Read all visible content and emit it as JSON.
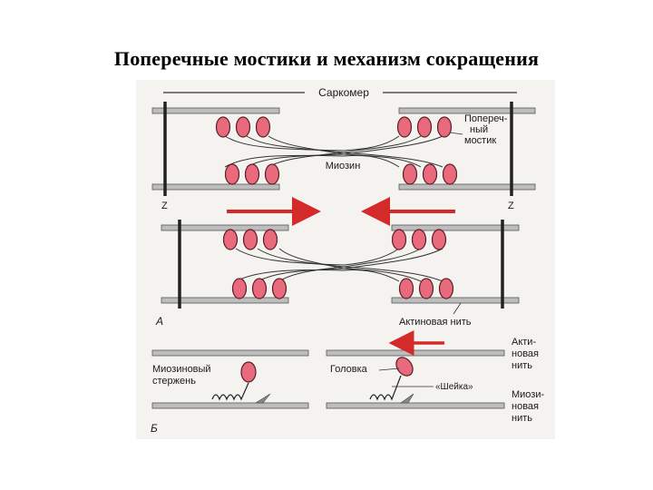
{
  "slide": {
    "title": "Поперечные мостики и механизм сокращения"
  },
  "figure": {
    "panel_a": {
      "letter": "А",
      "sarcomere": "Саркомер",
      "cross_bridge_lines": [
        "Попереч-",
        "ный",
        "мостик"
      ],
      "myosin": "Миозин",
      "z_left": "Z",
      "z_right": "Z",
      "actin_filament": "Актиновая нить"
    },
    "panel_b": {
      "letter": "Б",
      "myosin_rod_lines": [
        "Миозиновый",
        "стержень"
      ],
      "head": "Головка",
      "neck": "«Шейка»",
      "actin_lines": [
        "Акти-",
        "новая",
        "нить"
      ],
      "myosin_lines": [
        "Миози-",
        "новая",
        "нить"
      ]
    },
    "colors": {
      "myosin_head": "#e86a7c",
      "myosin_head_stroke": "#5a1e26",
      "arrow": "#d42a2a",
      "filament": "#bdbdbd",
      "z_line": "#222222"
    }
  }
}
